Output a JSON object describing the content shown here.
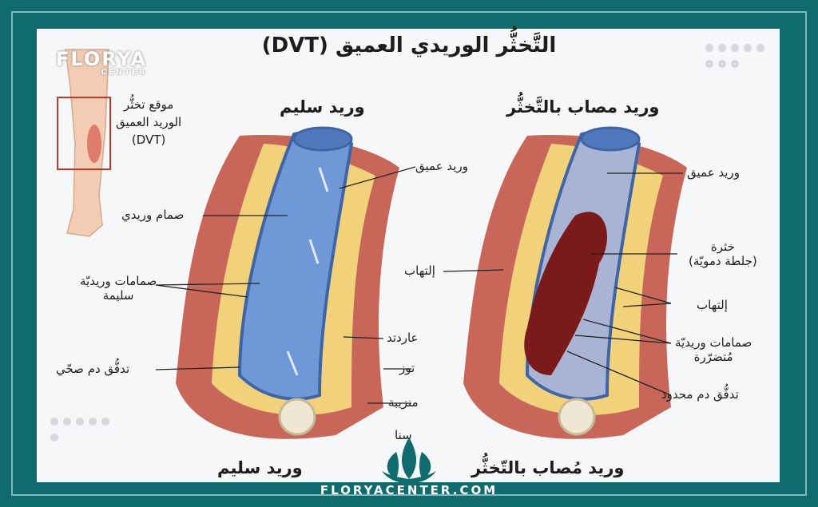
{
  "title": "التَّخثُّر الوريدي العميق (DVT)",
  "brand": {
    "name": "FLORYA",
    "sub": "CENTER",
    "url": "FLORYACENTER.COM"
  },
  "inset_label": [
    "موقع تخثُّر",
    "الوريد العميق",
    "(DVT)"
  ],
  "healthy": {
    "header": "وريد سليم",
    "footer": "وريد سليم",
    "labels": {
      "deep_vein": "وريد عميق",
      "valve": "صمام وريدي",
      "healthy_valves_1": "صمامات وريديّة",
      "healthy_valves_2": "سليمة",
      "flow": "تدفُّق دم صحّي",
      "muscle": "عاردتد",
      "fat": "توز",
      "bone": "منزيبة",
      "bottom": "سنا"
    }
  },
  "diseased": {
    "header": "وريد مصاب بالتَّخثُّر",
    "footer": "وريد مُصاب بالتّخثُّر",
    "labels": {
      "deep_vein": "وريد عميق",
      "clot_1": "خثرة",
      "clot_2": "(جلطة دمويّة)",
      "inflammation_left": "إلتهاب",
      "inflammation_right": "إلتهاب",
      "damaged_valves_1": "صمامات وريديّة",
      "damaged_valves_2": "مُتضرّرة",
      "restricted_flow": "تدفُّق دم محدود"
    }
  },
  "colors": {
    "teal": "#0f6b6e",
    "vein": "#6f98d6",
    "clot": "#7b1a1a",
    "muscle": "#c9665a",
    "fat": "#f1d27a"
  }
}
